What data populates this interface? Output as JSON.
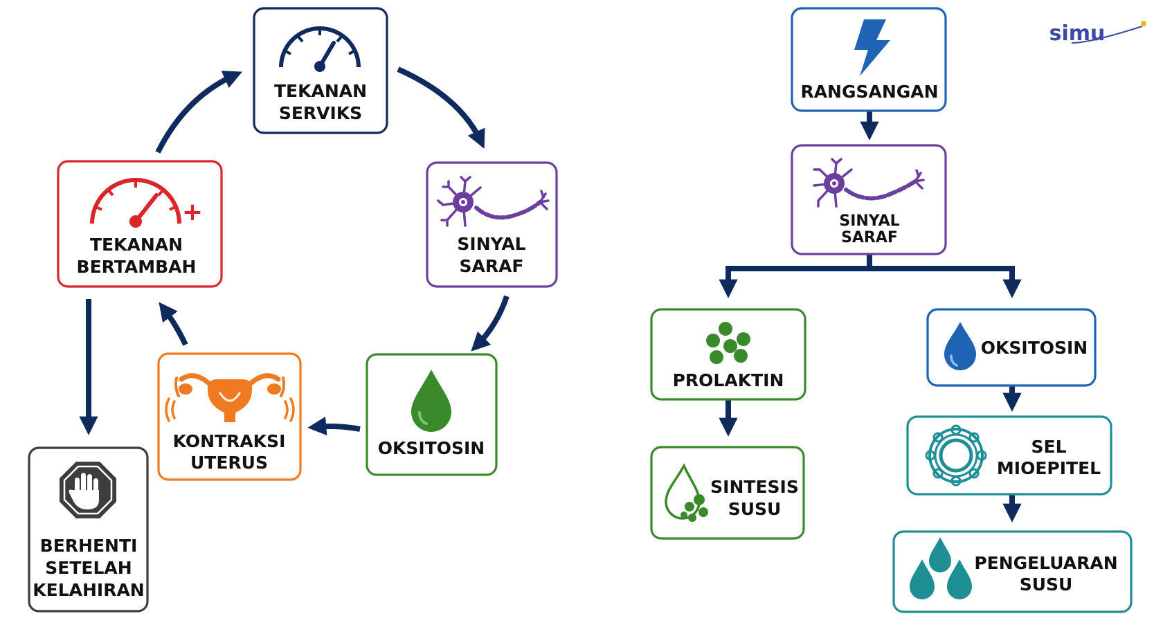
{
  "brand": {
    "logo": "simu"
  },
  "colors": {
    "navy": "#0f2a5c",
    "red": "#d8262b",
    "purple": "#6a3fa0",
    "green": "#3a8a2c",
    "orange": "#f07a21",
    "gray": "#3d3d3d",
    "blue": "#1f63b4",
    "teal": "#1f8f96"
  },
  "left_cycle": {
    "tekanan_serviks": [
      "TEKANAN",
      "SERVIKS"
    ],
    "sinyal_saraf": [
      "SINYAL",
      "SARAF"
    ],
    "oksitosin": "OKSITOSIN",
    "kontraksi_uterus": [
      "KONTRAKSI",
      "UTERUS"
    ],
    "tekanan_bertambah": [
      "TEKANAN",
      "BERTAMBAH"
    ],
    "tekanan_plus": "+",
    "berhenti": [
      "BERHENTI",
      "SETELAH",
      "KELAHIRAN"
    ]
  },
  "right_flow": {
    "rangsangan": "RANGSANGAN",
    "sinyal_saraf": [
      "SINYAL",
      "SARAF"
    ],
    "prolaktin": "PROLAKTIN",
    "sintesis_susu": [
      "SINTESIS",
      "SUSU"
    ],
    "oksitosin": "OKSITOSIN",
    "sel_mioepitel": [
      "SEL",
      "MIOEPITEL"
    ],
    "pengeluaran_susu": [
      "PENGELUARAN",
      "SUSU"
    ]
  }
}
